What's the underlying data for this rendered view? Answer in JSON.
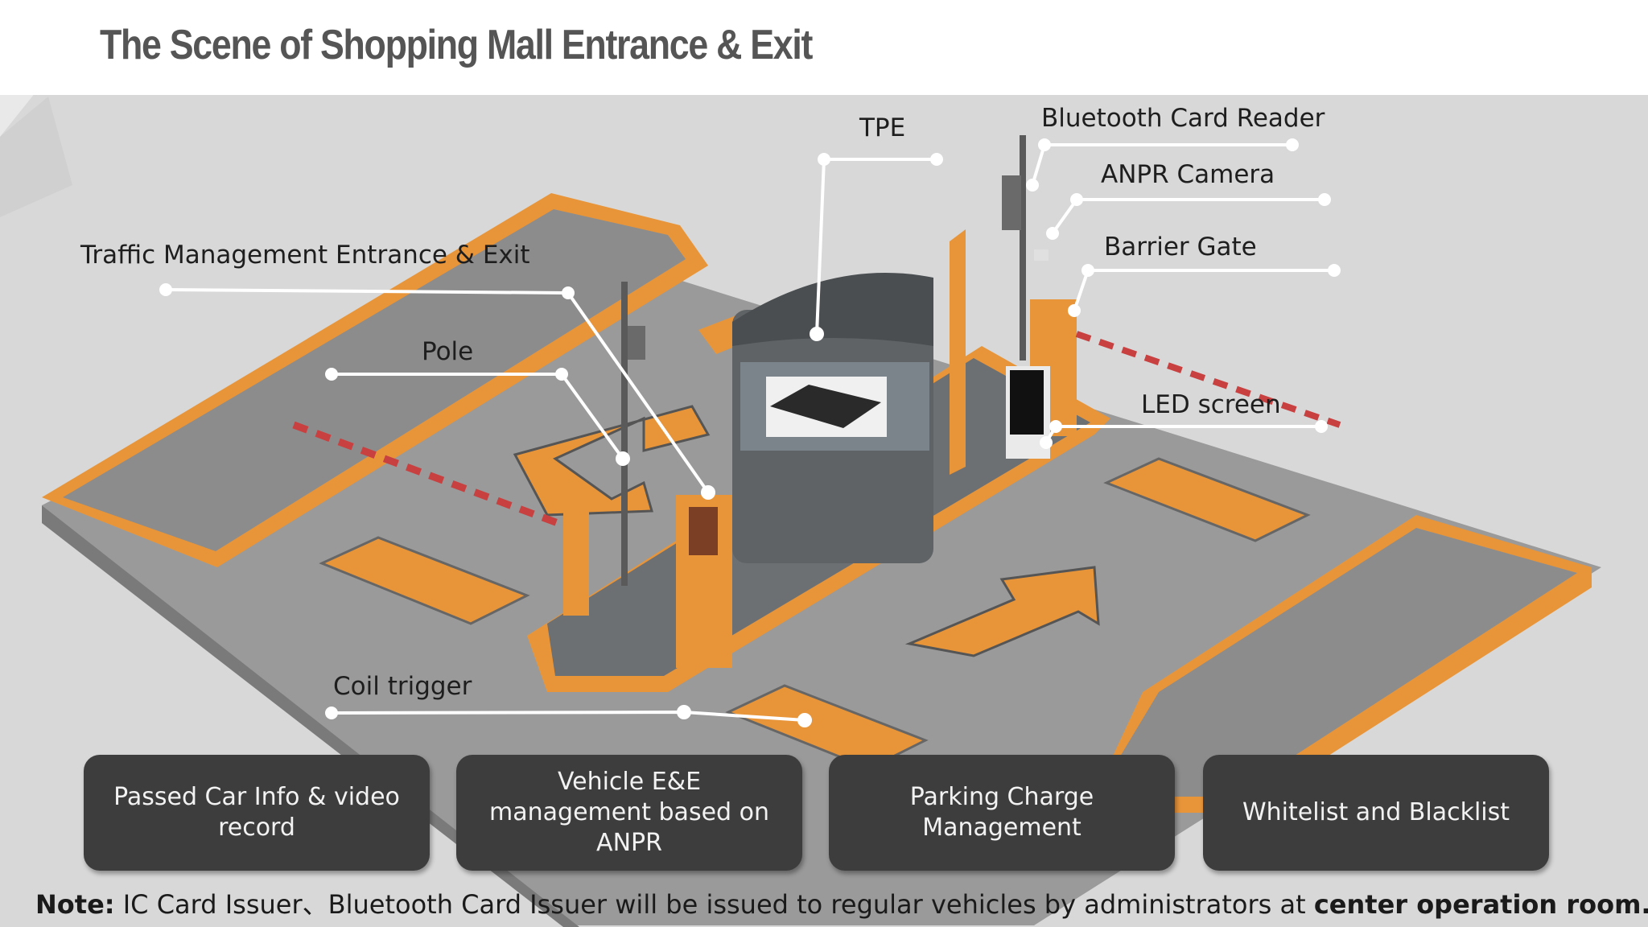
{
  "title": "The Scene of Shopping Mall Entrance & Exit",
  "colors": {
    "background": "#d8d8d8",
    "road": "#9a9a9a",
    "orange": "#e8953a",
    "booth": "#5f6366",
    "feature_box": "#3d3d3d",
    "title": "#555555"
  },
  "callouts": {
    "tpe": "TPE",
    "bluetooth_card_reader": "Bluetooth Card Reader",
    "anpr_camera": "ANPR Camera",
    "barrier_gate": "Barrier Gate",
    "led_screen": "LED screen",
    "traffic_management": "Traffic Management Entrance & Exit",
    "pole": "Pole",
    "coil_trigger": "Coil trigger"
  },
  "feature_boxes": [
    {
      "label": "Passed Car Info & video record"
    },
    {
      "label": "Vehicle E&E management based  on ANPR"
    },
    {
      "label": "Parking Charge Management"
    },
    {
      "label": "Whitelist and Blacklist"
    }
  ],
  "note": {
    "prefix": "Note:",
    "text": " IC Card Issuer、Bluetooth Card Issuer will be issued to regular vehicles by administrators at ",
    "emphasis": "center operation room."
  }
}
